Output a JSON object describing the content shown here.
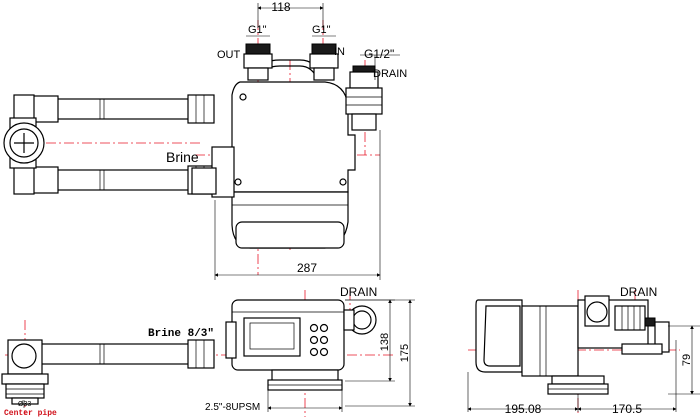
{
  "colors": {
    "centerline": "#e8182a",
    "ink": "#000000",
    "label_red": "#d0101a"
  },
  "top_view": {
    "dim_port_spacing": "118",
    "port_out_thread": "G1\"",
    "port_in_thread": "G1\"",
    "label_out": "OUT",
    "label_in": "IN",
    "drain_thread": "G1/2\"",
    "label_drain": "DRAIN",
    "label_brine": "Brine",
    "dim_length": "287"
  },
  "front_view": {
    "label_drain": "DRAIN",
    "label_brine": "Brine 8/3\"",
    "dim_height_inner": "138",
    "dim_height_outer": "175",
    "thread_base": "2.5\"-8UPSM",
    "label_center_pipe": "Center pipe",
    "label_center_dia": "Ø33"
  },
  "side_view": {
    "label_drain": "DRAIN",
    "dim_left": "195.08",
    "dim_right": "170.5",
    "dim_height": "79"
  }
}
